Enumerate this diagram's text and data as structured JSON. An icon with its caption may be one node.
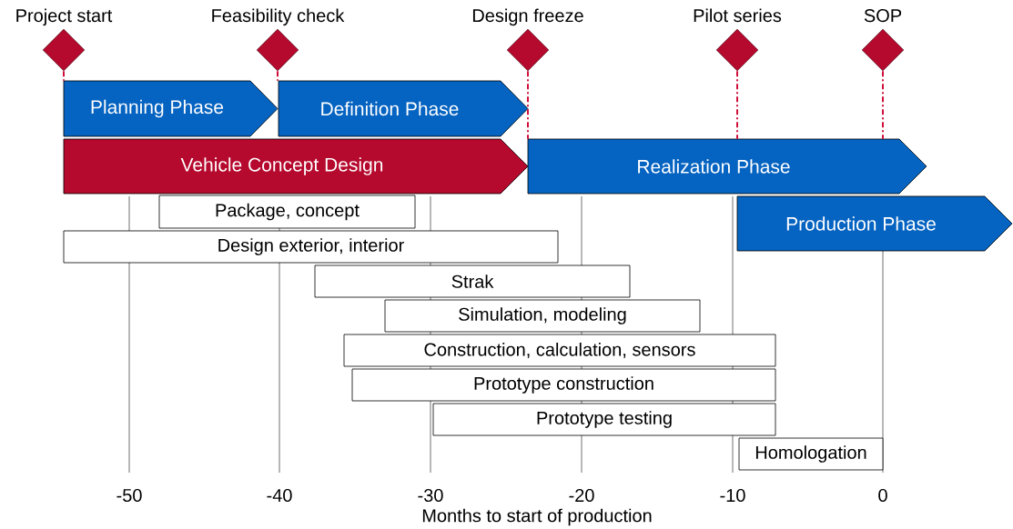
{
  "diagram": {
    "nodes": [
      {
        "text": [
          "Project start"
        ]
      },
      {
        "text": [
          "Feasibility check"
        ]
      },
      {
        "text": [
          "Design freeze"
        ]
      },
      {
        "text": [
          "Pilot series"
        ]
      },
      {
        "text": [
          "SOP"
        ]
      },
      {
        "text": [
          "Planning Phase"
        ]
      },
      {
        "text": [
          "Definition Phase"
        ]
      },
      {
        "text": [
          "Vehicle Concept Design"
        ]
      },
      {
        "text": [
          "Realization Phase"
        ]
      },
      {
        "text": [
          "Production Phase"
        ]
      },
      {
        "text": [
          "Package, concept"
        ]
      },
      {
        "text": [
          "Design exterior, interior"
        ]
      },
      {
        "text": [
          "Strak"
        ]
      },
      {
        "text": [
          "Simulation, modeling"
        ]
      },
      {
        "text": [
          "Construction, calculation, sensors"
        ]
      },
      {
        "text": [
          "Prototype construction"
        ]
      },
      {
        "text": [
          "Prototype testing"
        ]
      },
      {
        "text": [
          "Homologation"
        ]
      }
    ],
    "edges": [
      {
        "from": 0,
        "to": 5,
        "arrow": "none",
        "style": "dashed"
      },
      {
        "from": 1,
        "to": 6,
        "arrow": "none",
        "style": "dashed"
      },
      {
        "from": 2,
        "to": 8,
        "arrow": "none",
        "style": "dashed"
      },
      {
        "from": 3,
        "to": 8,
        "arrow": "none",
        "style": "dashed"
      },
      {
        "from": 4,
        "to": 8,
        "arrow": "none",
        "style": "dashed"
      }
    ],
    "labels": [
      "-50",
      "-40",
      "-30",
      "-20",
      "-10",
      "0",
      "Months to start of production"
    ]
  }
}
